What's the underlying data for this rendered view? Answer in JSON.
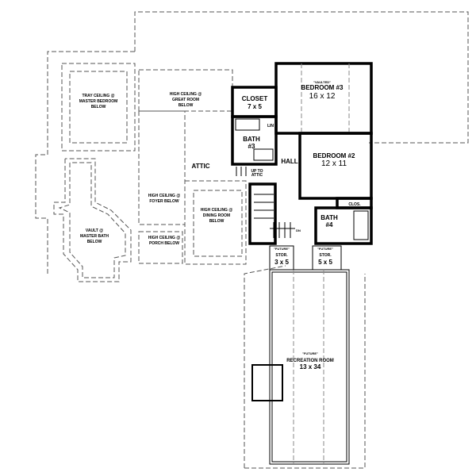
{
  "labels": {
    "tray_ceiling": [
      "TRAY CEILING @",
      "MASTER BEDROOM",
      "BELOW"
    ],
    "great_room": [
      "HIGH CEILING @",
      "GREAT ROOM",
      "BELOW"
    ],
    "attic": "ATTIC",
    "foyer": [
      "HIGH CEILING @",
      "FOYER BELOW"
    ],
    "dining": [
      "HIGH CEILING @",
      "DINING ROOM",
      "BELOW"
    ],
    "porch": [
      "HIGH CEILING @",
      "PORCH BELOW"
    ],
    "master_bath": [
      "VAULT @",
      "MASTER BATH",
      "BELOW"
    ],
    "closet": {
      "name": "CLOSET",
      "size": "7 x 5"
    },
    "lin": "LIN",
    "bath3": {
      "name": "BATH",
      "num": "#3"
    },
    "up_to_attic": [
      "UP TO",
      "ATTIC"
    ],
    "hall": "HALL",
    "bedroom3": {
      "tag": "\"VAULTED\"",
      "name": "BEDROOM #3",
      "size": "16 x 12"
    },
    "bedroom2": {
      "name": "BEDROOM #2",
      "size": "12 x 11"
    },
    "clos": "CLOS.",
    "bath4": {
      "name": "BATH",
      "num": "#4"
    },
    "dn": "DN",
    "stor1": {
      "tag": "\"FUTURE\"",
      "name": "STOR.",
      "size": "3 x 5"
    },
    "stor2": {
      "tag": "\"FUTURE\"",
      "name": "STOR.",
      "size": "5 x 5"
    },
    "recreation": {
      "tag": "\"FUTURE\"",
      "name": "RECREATION ROOM",
      "size": "13 x 34"
    }
  }
}
